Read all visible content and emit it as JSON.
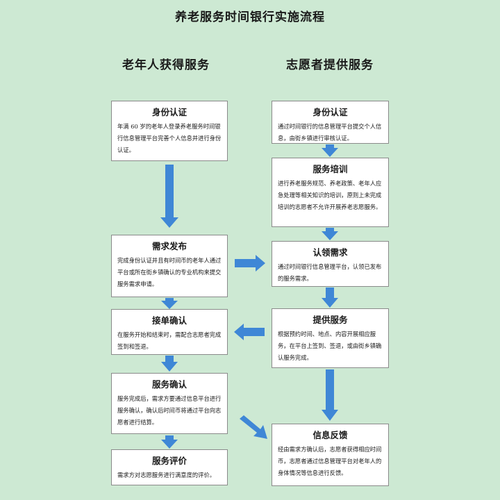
{
  "title": "养老服务时间银行实施流程",
  "left_column": {
    "heading": "老年人获得服务",
    "steps": [
      {
        "title": "身份认证",
        "text": "年满 60 岁的老年人登录养老服务时间银行信息管理平台完善个人信息并进行身份认证。"
      },
      {
        "title": "需求发布",
        "text": "完成身份认证并且有时间币的老年人通过平台或所在街乡镇确认的专业机构来提交服务需求申请。"
      },
      {
        "title": "接单确认",
        "text": "在服务开始和结束时，需配合志愿者完成签到和签退。"
      },
      {
        "title": "服务确认",
        "text": "服务完成后，需求方要通过信息平台进行服务确认，确认后时间币将通过平台向志愿者进行结算。"
      },
      {
        "title": "服务评价",
        "text": "需求方对志愿服务进行满意度的评价。"
      }
    ]
  },
  "right_column": {
    "heading": "志愿者提供服务",
    "steps": [
      {
        "title": "身份认证",
        "text": "通过时间银行的信息管理平台提交个人信息，由街乡镇进行审核认证。"
      },
      {
        "title": "服务培训",
        "text": "进行养老服务规范、养老政策、老年人应急处理等相关知识的培训，原则上未完成培训的志愿者不允许开展养老志愿服务。"
      },
      {
        "title": "认领需求",
        "text": "通过时间银行信息管理平台，认领已发布的服务需求。"
      },
      {
        "title": "提供服务",
        "text": "根据预约时间、地点、内容开展相应服务，在平台上签到、签退，或由街乡镇确认服务完成。"
      },
      {
        "title": "信息反馈",
        "text": "经由需求方确认后，志愿者获得相应时间币，志愿者通过信息管理平台对老年人的身体情况等信息进行反馈。"
      }
    ]
  },
  "colors": {
    "background": "#cde9d3",
    "arrow": "#3f87d6",
    "box_border": "#8a8a8a"
  }
}
